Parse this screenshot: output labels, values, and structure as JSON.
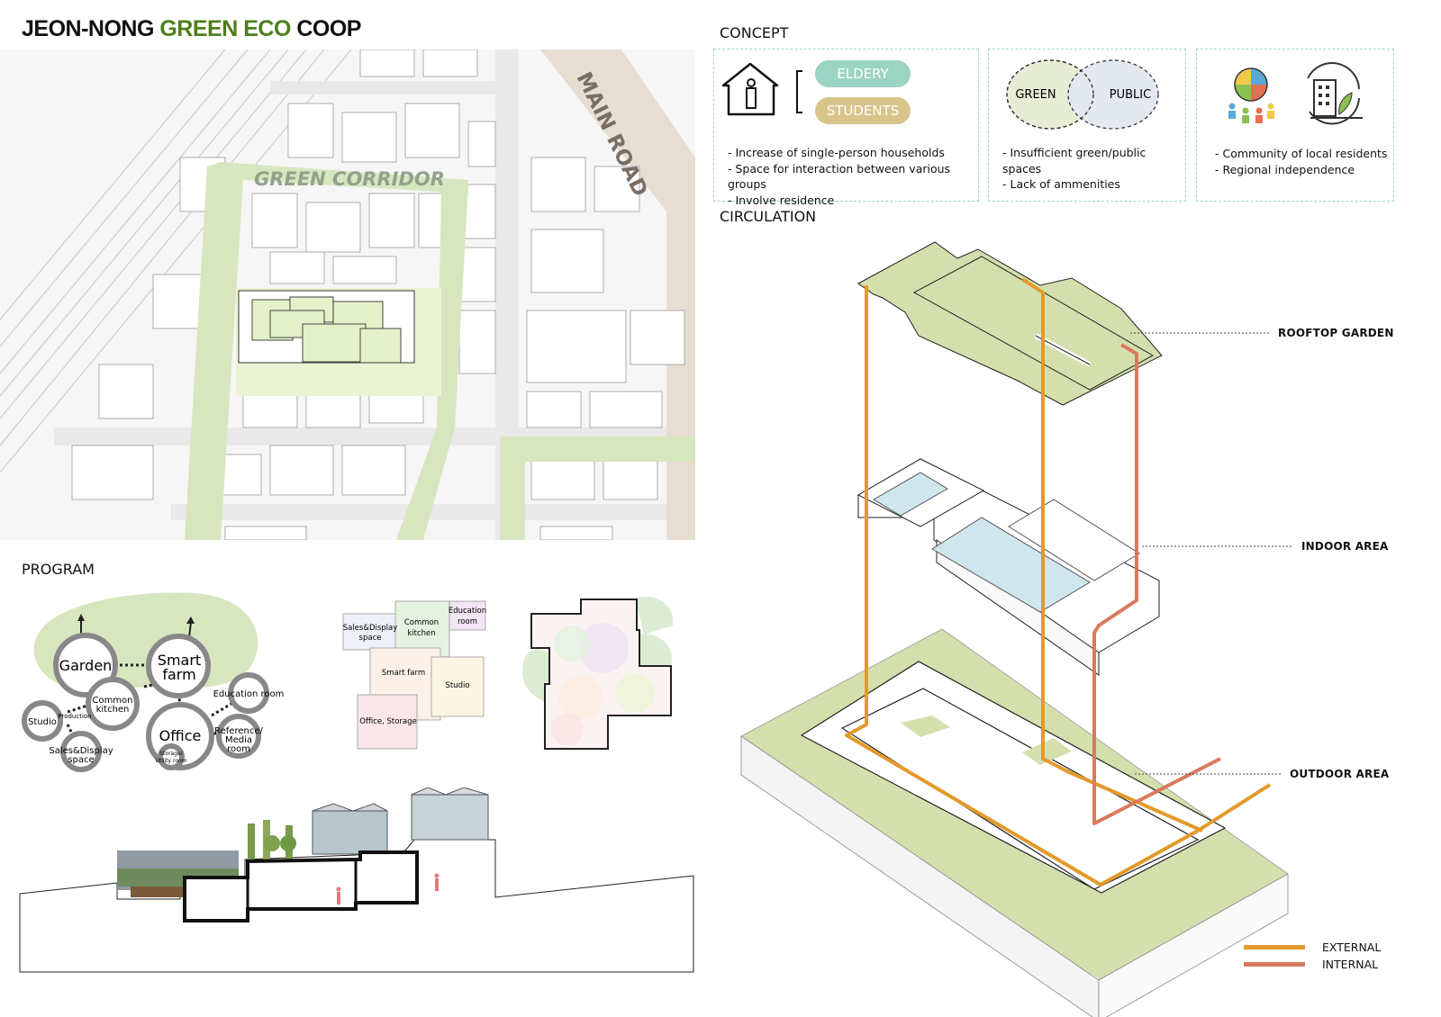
{
  "title": {
    "part1": "JEON-NONG ",
    "part2": "GREEN ECO",
    "part3": " COOP"
  },
  "map": {
    "green_corridor": "GREEN CORRIDOR",
    "main_road": "MAIN ROAD"
  },
  "concept": {
    "heading": "CONCEPT",
    "box1": {
      "eldery": "ELDERY",
      "students": "STUDENTS",
      "bullets": [
        "- Increase of single-person households",
        "- Space for interaction between various groups",
        "- Involve residence"
      ]
    },
    "box2": {
      "green": "GREEN",
      "public": "PUBLIC",
      "bullets": [
        "- Insufficient green/public spaces",
        "- Lack of ammenities"
      ]
    },
    "box3": {
      "bullets": [
        "- Community of local residents",
        "- Regional independence"
      ]
    }
  },
  "circulation": {
    "heading": "CIRCULATION",
    "labels": {
      "rooftop": "ROOFTOP GARDEN",
      "indoor": "INDOOR AREA",
      "outdoor": "OUTDOOR AREA"
    },
    "legend": {
      "external": "EXTERNAL",
      "internal": "INTERNAL"
    },
    "colors": {
      "external": "#e39a2b",
      "internal": "#d97a5e",
      "green": "#d3e0ad"
    }
  },
  "program": {
    "heading": "PROGRAM",
    "bubbles": {
      "garden": "Garden",
      "smart1": "Smart",
      "smart2": "farm",
      "common1": "Common",
      "common2": "kitchen",
      "office": "Office",
      "studio": "Studio",
      "production": "Production",
      "sales1": "Sales&Display",
      "sales2": "space",
      "education": "Education room",
      "ref1": "Reference/",
      "ref2": "Media",
      "ref3": "room",
      "storage1": "Storage/",
      "storage2": "Utility room"
    },
    "blocks": {
      "sales1": "Sales&Display",
      "sales2": "space",
      "common1": "Common",
      "common2": "kitchen",
      "edu1": "Education",
      "edu2": "room",
      "smart": "Smart farm",
      "studio": "Studio",
      "office": "Office, Storage"
    }
  }
}
